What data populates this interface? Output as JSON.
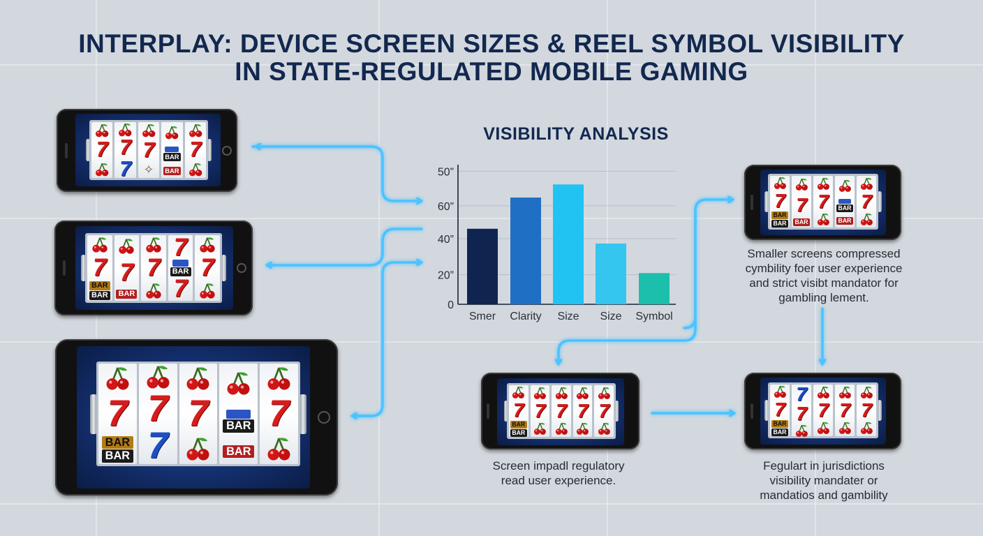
{
  "title_line1": "INTERPLAY: DEVICE SCREEN SIZES & REEL SYMBOL VISIBILITY",
  "title_line2": "IN STATE-REGULATED MOBILE GAMING",
  "section_title": "VISIBILITY ANALYSIS",
  "colors": {
    "title": "#13284f",
    "arrow": "#4cc3ff",
    "bar_navy": "#0f2550",
    "bar_blue": "#1f6fc4",
    "bar_cyan": "#21c3f3",
    "bar_sky": "#34c6ee",
    "bar_teal": "#1bbfac"
  },
  "chart_data": {
    "type": "bar",
    "categories": [
      "Smer",
      "Clarity",
      "Size",
      "Size",
      "Symbol"
    ],
    "values": [
      46,
      65,
      73,
      37,
      19
    ],
    "y_tick_labels": [
      "0",
      "20”",
      "40”",
      "60”",
      "50”"
    ],
    "ylim": [
      0,
      85
    ],
    "grid": true,
    "bar_colors": [
      "#0f2550",
      "#1f6fc4",
      "#21c3f3",
      "#34c6ee",
      "#1bbfac"
    ]
  },
  "captions": {
    "right_top": [
      "Smaller screens compressed",
      "cymbility foer user experience",
      "and strict visibt mandator for",
      "gambling lement."
    ],
    "bottom_middle": [
      "Screen impadl regulatory",
      "read user experience."
    ],
    "bottom_right": [
      "Fegulart in jurisdictions",
      "visibility mandater or",
      "mandatios and gambility"
    ]
  },
  "symbols": {
    "cherry": "cherry-icon",
    "seven": "7",
    "bar": "BAR"
  },
  "devices": [
    {
      "name": "phone-small-top-left",
      "grid": [
        [
          "c",
          "c",
          "c",
          "c",
          "c"
        ],
        [
          "7",
          "7",
          "7",
          "b",
          "7"
        ],
        [
          "c",
          "7b",
          "x",
          "B",
          "c"
        ]
      ]
    },
    {
      "name": "phone-mid-left",
      "grid": [
        [
          "c",
          "c",
          "c",
          "7",
          "c"
        ],
        [
          "7",
          "7",
          "7",
          "b",
          "7"
        ],
        [
          "B2",
          "B",
          "c",
          "7",
          "c"
        ]
      ]
    },
    {
      "name": "tablet-bottom-left",
      "grid": [
        [
          "c",
          "c",
          "c",
          "c",
          "c"
        ],
        [
          "7",
          "7",
          "7",
          "b",
          "7"
        ],
        [
          "B2",
          "7b",
          "c",
          "B",
          "c"
        ]
      ]
    },
    {
      "name": "phone-right-top",
      "grid": [
        [
          "c",
          "c",
          "c",
          "c",
          "c"
        ],
        [
          "7",
          "7",
          "7",
          "b",
          "7"
        ],
        [
          "B2",
          "B",
          "c",
          "B",
          "c"
        ]
      ]
    },
    {
      "name": "phone-bottom-middle",
      "grid": [
        [
          "c",
          "c",
          "c",
          "c",
          "c"
        ],
        [
          "7",
          "7",
          "7",
          "7",
          "7"
        ],
        [
          "B2",
          "c",
          "c",
          "c",
          "c"
        ]
      ]
    },
    {
      "name": "phone-bottom-right",
      "grid": [
        [
          "c",
          "7b",
          "c",
          "c",
          "c"
        ],
        [
          "7",
          "7",
          "7",
          "7",
          "7"
        ],
        [
          "B2",
          "c",
          "c",
          "c",
          "c"
        ]
      ]
    }
  ]
}
